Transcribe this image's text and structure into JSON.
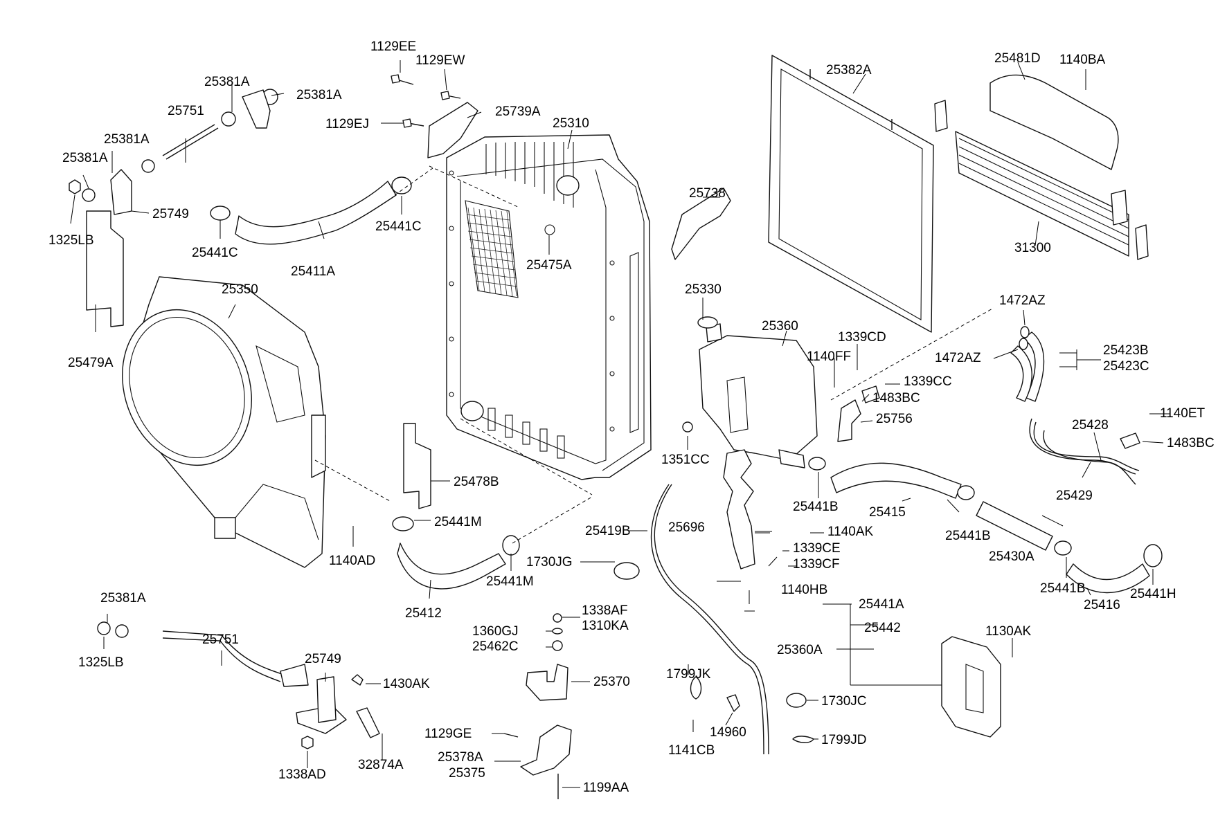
{
  "labels": {
    "p1129EE": "1129EE",
    "p1129EW": "1129EW",
    "p25381A_a": "25381A",
    "p25381A_b": "25381A",
    "p25381A_c": "25381A",
    "p25381A_d": "25381A",
    "p25381A_e": "25381A",
    "p25739A": "25739A",
    "p1129EJ": "1129EJ",
    "p25310": "25310",
    "p25751_a": "25751",
    "p25751_b": "25751",
    "p25749_a": "25749",
    "p25749_b": "25749",
    "p1325LB_a": "1325LB",
    "p1325LB_b": "1325LB",
    "p25441C_a": "25441C",
    "p25441C_b": "25441C",
    "p25411A": "25411A",
    "p25475A": "25475A",
    "p25350": "25350",
    "p25479A": "25479A",
    "p25478B": "25478B",
    "p25441M_a": "25441M",
    "p25441M_b": "25441M",
    "p1140AD": "1140AD",
    "p25412": "25412",
    "p1730JG": "1730JG",
    "p1338AF": "1338AF",
    "p1360GJ": "1360GJ",
    "p1310KA": "1310KA",
    "p25462C": "25462C",
    "p25370": "25370",
    "p1430AK": "1430AK",
    "p32874A": "32874A",
    "p1338AD": "1338AD",
    "p1129GE": "1129GE",
    "p25378A": "25378A",
    "p25375": "25375",
    "p1199AA": "1199AA",
    "p25382A": "25382A",
    "p25481D": "25481D",
    "p1140BA": "1140BA",
    "p31300": "31300",
    "p25738": "25738",
    "p25330": "25330",
    "p25360": "25360",
    "p1339CD": "1339CD",
    "p1140FF": "1140FF",
    "p1339CC": "1339CC",
    "p1483BC_a": "1483BC",
    "p1483BC_b": "1483BC",
    "p25756": "25756",
    "p1351CC": "1351CC",
    "p1472AZ_a": "1472AZ",
    "p1472AZ_b": "1472AZ",
    "p25423B": "25423B",
    "p25423C": "25423C",
    "p1140ET": "1140ET",
    "p25428": "25428",
    "p25429": "25429",
    "p25441B_a": "25441B",
    "p25441B_b": "25441B",
    "p25441B_c": "25441B",
    "p25415": "25415",
    "p25696": "25696",
    "p1140AK": "1140AK",
    "p25419B": "25419B",
    "p1339CE": "1339CE",
    "p1339CF": "1339CF",
    "p25430A": "25430A",
    "p25416": "25416",
    "p25441H": "25441H",
    "p1140HB": "1140HB",
    "p25441A": "25441A",
    "p25442": "25442",
    "p1130AK": "1130AK",
    "p25360A": "25360A",
    "p1799JK": "1799JK",
    "p1730JC": "1730JC",
    "p14960": "14960",
    "p1141CB": "1141CB",
    "p1799JD": "1799JD"
  }
}
